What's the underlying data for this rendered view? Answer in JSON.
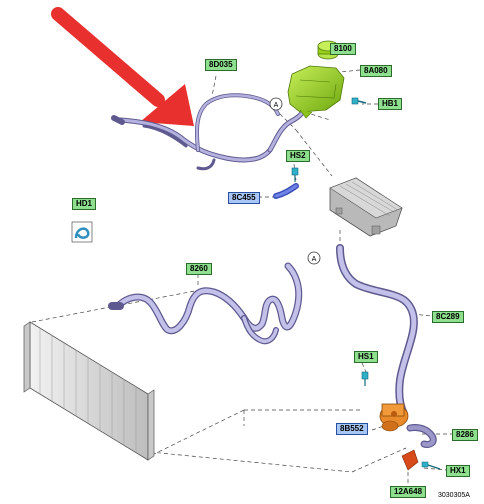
{
  "labels": {
    "l8D035": "8D035",
    "l8100": "8100",
    "l8A080": "8A080",
    "lHB1": "HB1",
    "lHS2": "HS2",
    "l8C455": "8C455",
    "lHD1": "HD1",
    "l8260": "8260",
    "l8C289": "8C289",
    "lHS1": "HS1",
    "l8B552": "8B552",
    "l8286": "8286",
    "lHX1": "HX1",
    "l12A648": "12A648"
  },
  "connectors": {
    "a": "A"
  },
  "reference": "3030305A",
  "colors": {
    "hose": "#9b97c9",
    "hose_dark": "#5e5a8f",
    "reservoir": "#9ad21a",
    "pump": "#e07a1a",
    "arrow": "#e8302e",
    "radiator": "#d8d8d8",
    "green_label": "#8ee08e",
    "blue_label": "#a9c7f5"
  }
}
